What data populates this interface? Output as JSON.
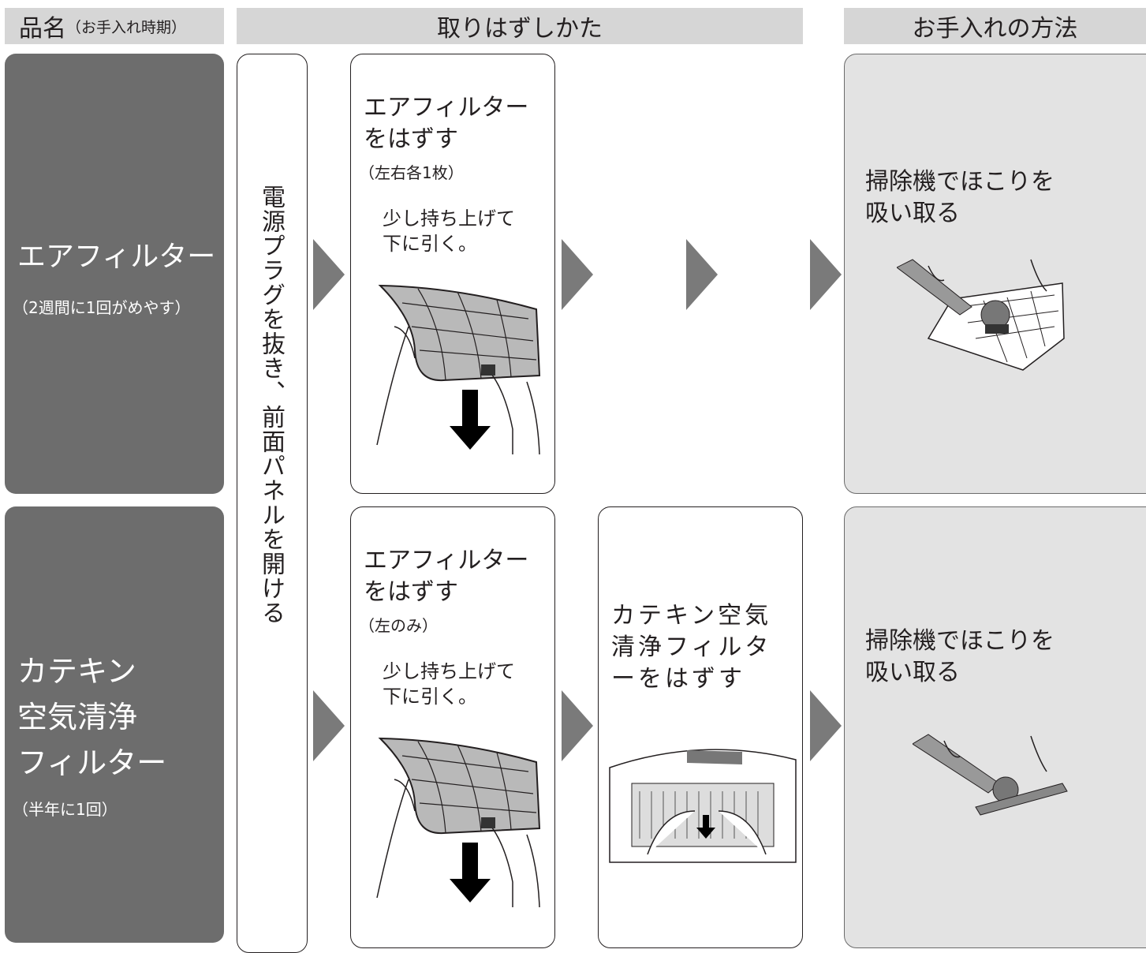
{
  "header": {
    "col1_main": "品名",
    "col1_sub": "（お手入れ時期）",
    "col2": "取りはずしかた",
    "col3": "お手入れの方法"
  },
  "items": [
    {
      "name": "エアフィルター",
      "period": "（2週間に1回がめやす）"
    },
    {
      "name_lines": [
        "カテキン",
        "空気清浄",
        "フィルター"
      ],
      "period": "（半年に1回）"
    }
  ],
  "common_step": "電源プラグを抜き、前面パネルを開ける",
  "steps": {
    "row1_remove_title": [
      "エアフィルター",
      "をはずす"
    ],
    "row1_remove_qty": "（左右各1枚）",
    "row1_note": [
      "少し持ち上げて",
      "下に引く。"
    ],
    "row2_remove_title": [
      "エアフィルター",
      "をはずす"
    ],
    "row2_remove_qty": "（左のみ）",
    "row2_note": [
      "少し持ち上げて",
      "下に引く。"
    ],
    "row2_catechin": [
      "カテキン空気",
      "清浄フィルタ",
      "ーをはずす"
    ]
  },
  "care": {
    "row1": [
      "掃除機でほこりを",
      "吸い取る"
    ],
    "row2": [
      "掃除機でほこりを",
      "吸い取る"
    ]
  },
  "icons": [
    "arrow-right-icon",
    "down-arrow-icon",
    "filter-illustration",
    "vacuum-illustration"
  ]
}
